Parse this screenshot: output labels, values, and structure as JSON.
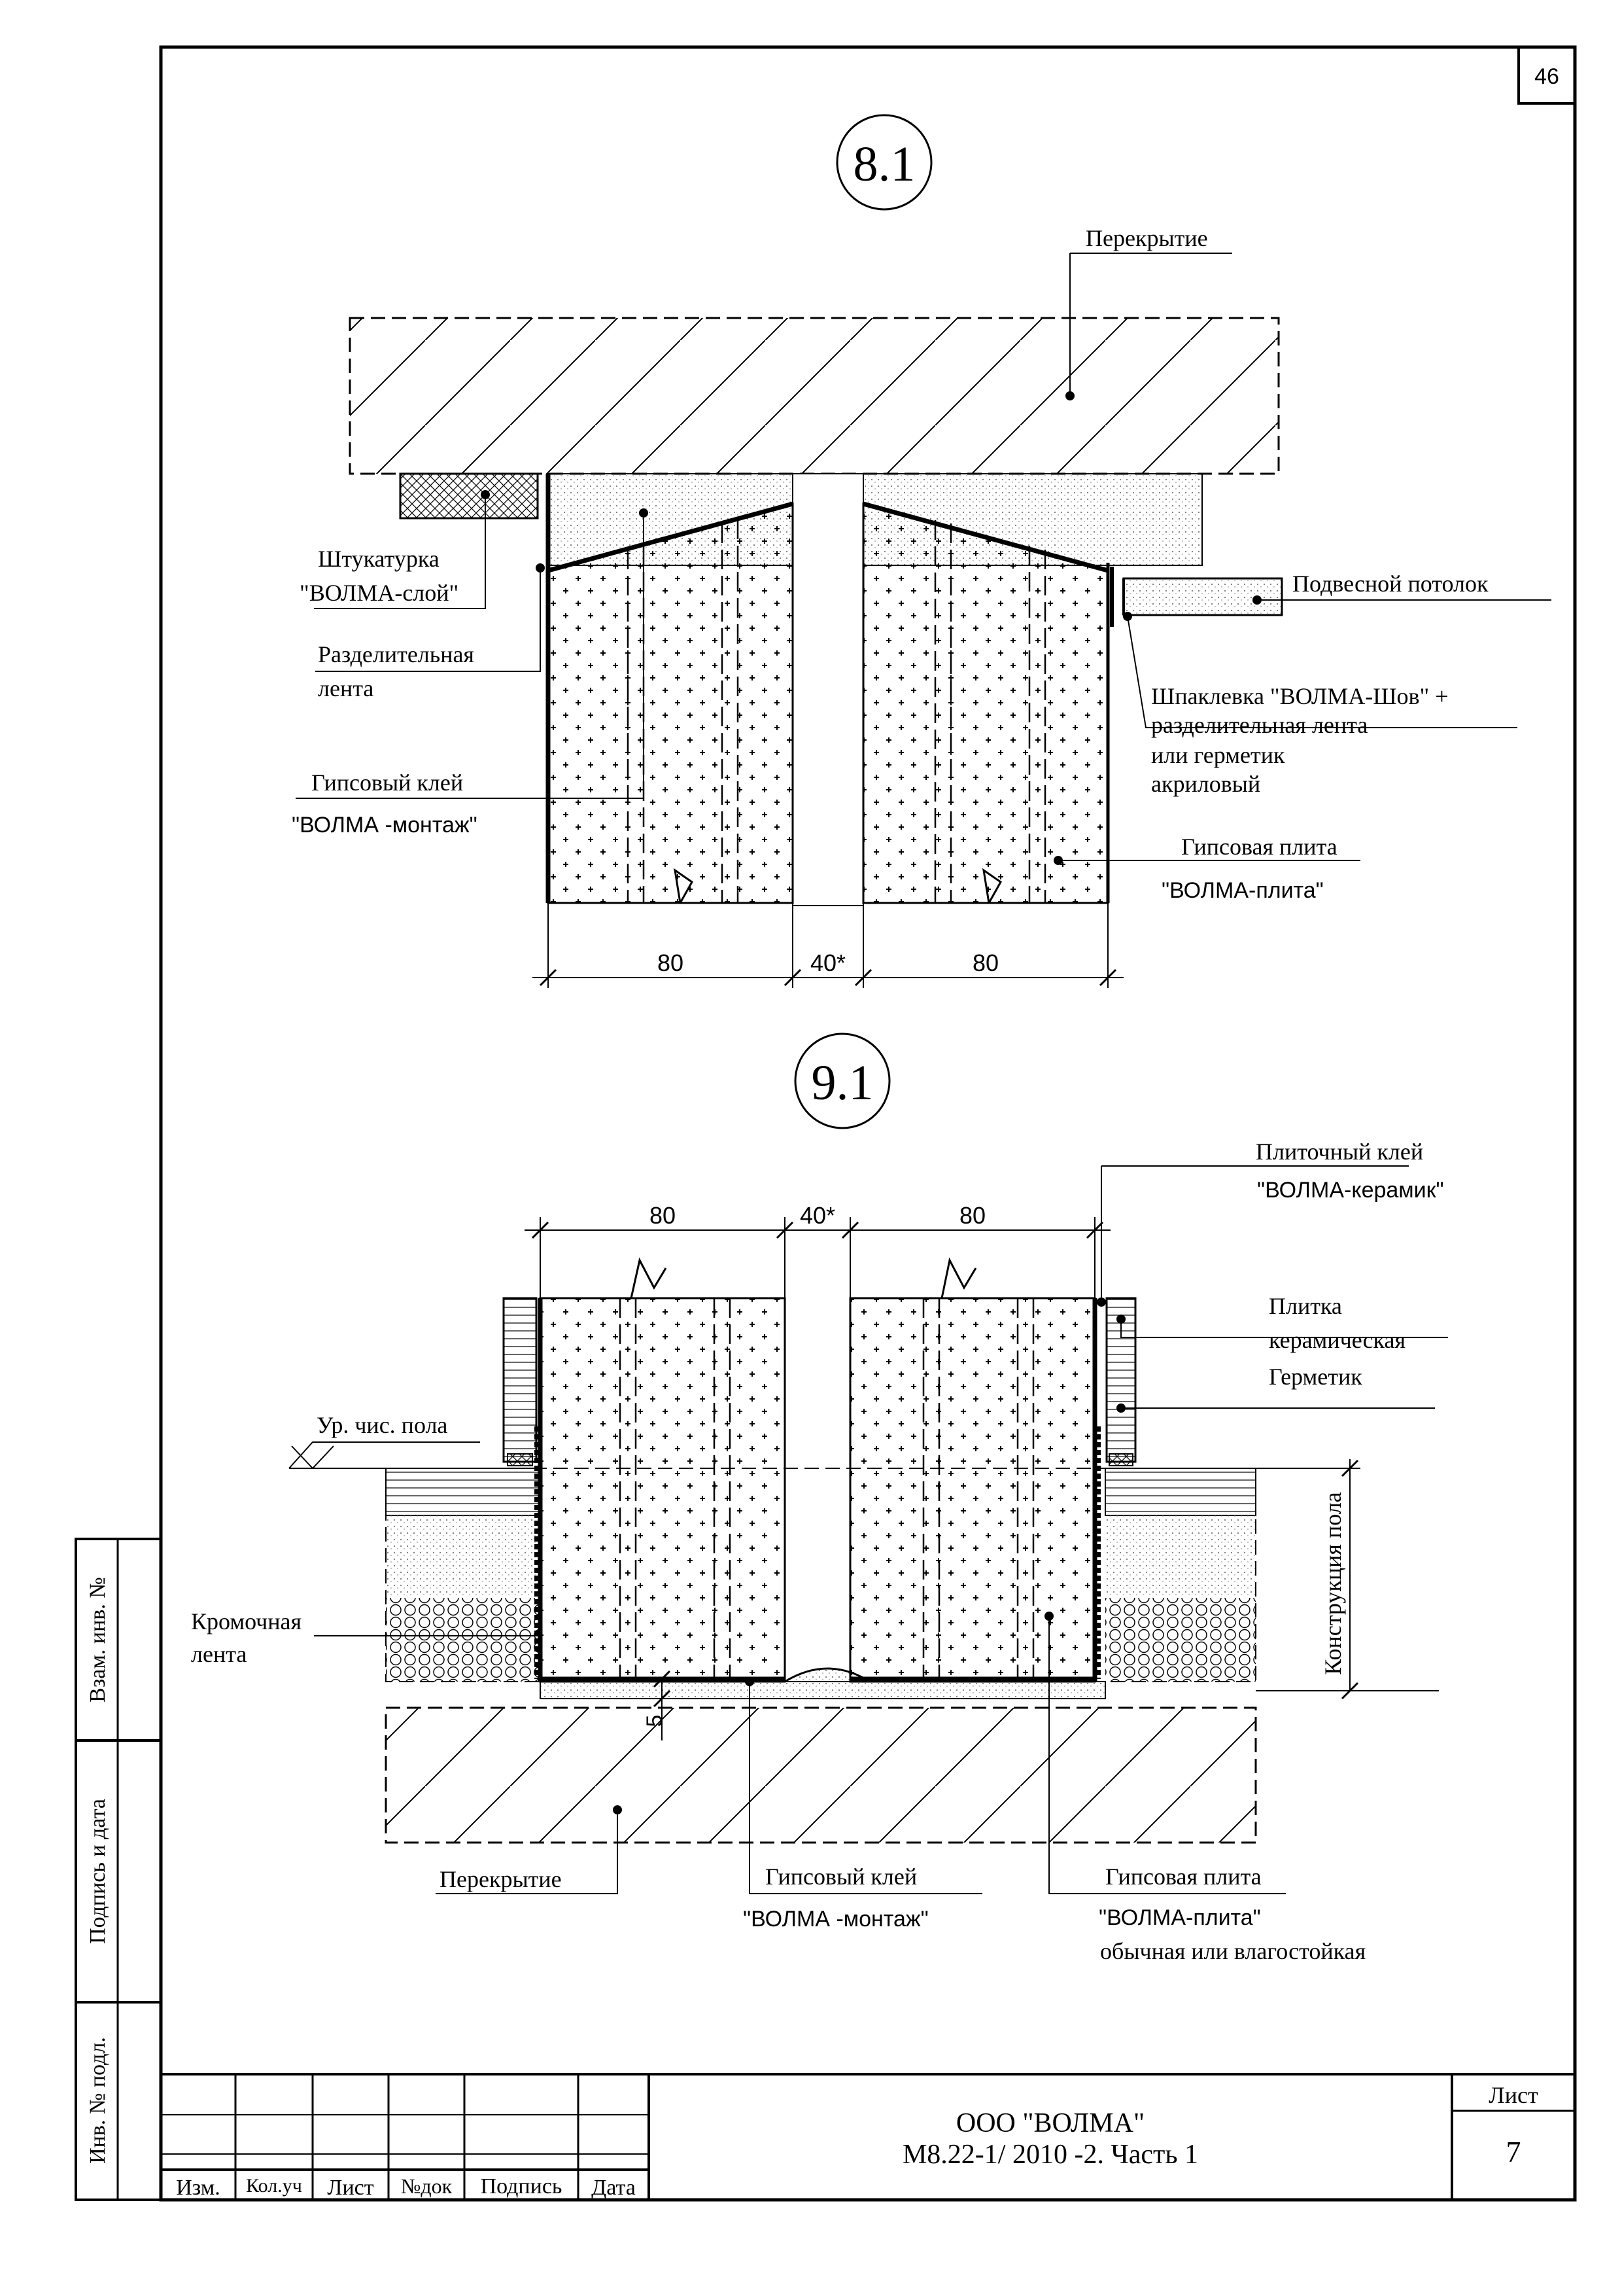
{
  "sheet_number": "46",
  "detail_8_1": {
    "title": "8.1",
    "labels": {
      "slab": "Перекрытие",
      "plaster_line1": "Штукатурка",
      "plaster_line2": "\"ВОЛМА-слой\"",
      "separation_tape_line1": "Разделительная",
      "separation_tape_line2": "лента",
      "adhesive_line1": "Гипсовый клей",
      "adhesive_line2": "\"ВОЛМА -монтаж\"",
      "suspended_ceiling": "Подвесной потолок",
      "putty_line1": "Шпаклевка \"ВОЛМА-Шов\" +",
      "putty_line2": "разделительная лента",
      "putty_line3": "или герметик",
      "putty_line4": "акриловый",
      "board_line1": "Гипсовая плита",
      "board_line2": "\"ВОЛМА-плита\""
    },
    "dimensions": {
      "left": "80",
      "gap": "40*",
      "right": "80"
    }
  },
  "detail_9_1": {
    "title": "9.1",
    "labels": {
      "tile_adhesive_line1": "Плиточный клей",
      "tile_adhesive_line2": "\"ВОЛМА-керамик\"",
      "tile_line1": "Плитка",
      "tile_line2": "керамическая",
      "sealant": "Герметик",
      "floor_level": "Ур. чис. пола",
      "floor_structure": "Конструкция пола",
      "edge_tape_line1": "Кромочная",
      "edge_tape_line2": "лента",
      "slab": "Перекрытие",
      "adhesive_line1": "Гипсовый клей",
      "adhesive_line2": "\"ВОЛМА -монтаж\"",
      "board_line1": "Гипсовая плита",
      "board_line2": "\"ВОЛМА-плита\"",
      "board_line3": "обычная или влагостойкая"
    },
    "dimensions": {
      "left": "80",
      "gap": "40*",
      "right": "80",
      "bottom": "5"
    }
  },
  "side_stamps": {
    "replacement_inv": "Взам. инв. №",
    "signature_date": "Подпись и дата",
    "original_inv": "Инв. № подл."
  },
  "title_block": {
    "columns": [
      "Изм.",
      "Кол.уч",
      "Лист",
      "№док",
      "Подпись",
      "Дата"
    ],
    "company": "ООО \"ВОЛМА\"",
    "document": "М8.22-1/ 2010 -2. Часть 1",
    "sheet_label": "Лист",
    "sheet_value": "7"
  }
}
